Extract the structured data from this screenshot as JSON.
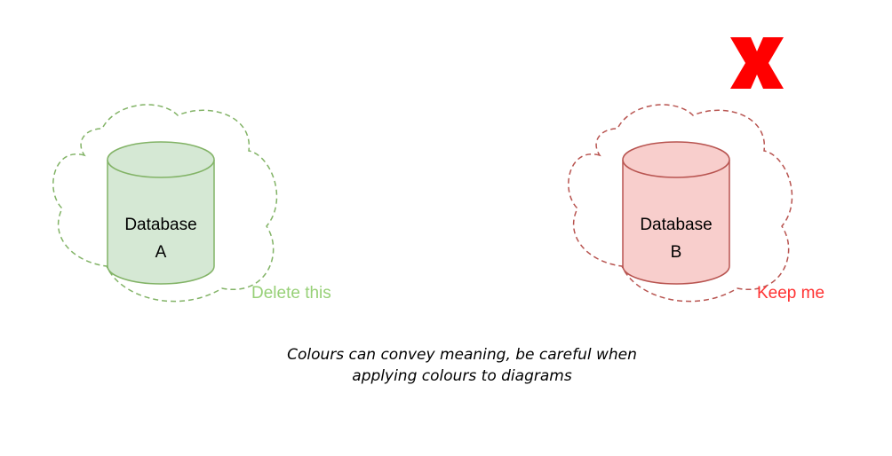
{
  "diagram": {
    "database_a": {
      "line1": "Database",
      "line2": "A",
      "fill": "#d5e8d4",
      "stroke": "#82b366"
    },
    "database_b": {
      "line1": "Database",
      "line2": "B",
      "fill": "#f8cecc",
      "stroke": "#b85450"
    },
    "label_a": {
      "text": "Delete this",
      "color": "#97d077"
    },
    "label_b": {
      "text": "Keep me",
      "color": "#ff3333"
    },
    "cross_icon": {
      "symbol": "X",
      "color": "#ff0000"
    },
    "note": "Colours can convey meaning, be careful when applying colours to diagrams"
  }
}
